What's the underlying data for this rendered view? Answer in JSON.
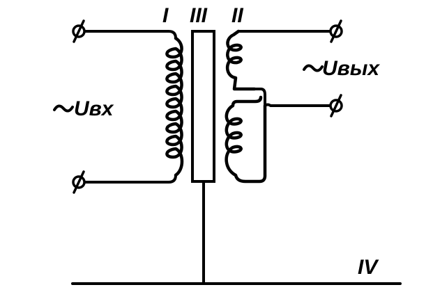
{
  "diagram": {
    "labels": {
      "winding_primary": "I",
      "core": "III",
      "winding_secondary": "II",
      "ground": "IV",
      "input_voltage": "Uвх",
      "output_voltage": "Uвых"
    }
  }
}
